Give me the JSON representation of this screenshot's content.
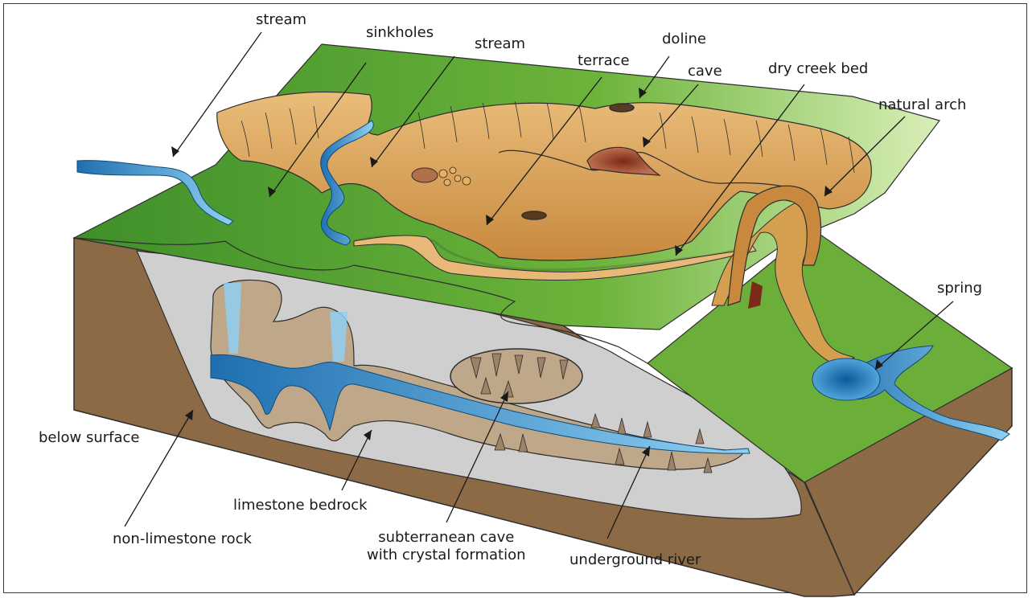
{
  "diagram": {
    "labels": {
      "stream_left": "stream",
      "sinkholes": "sinkholes",
      "stream_center": "stream",
      "terrace": "terrace",
      "doline": "doline",
      "cave": "cave",
      "dry_creek_bed": "dry creek bed",
      "natural_arch": "natural arch",
      "spring": "spring",
      "below_surface": "below surface",
      "limestone_bedrock": "limestone bedrock",
      "non_limestone_rock": "non-limestone rock",
      "subterranean_cave_line1": "subterranean cave",
      "subterranean_cave_line2": "with crystal formation",
      "underground_river": "underground river"
    },
    "colors": {
      "grass": "#5aa52f",
      "grass_light": "#8cc63f",
      "sandstone": "#d4a050",
      "sandstone_light": "#e8b878",
      "soil": "#8c6a45",
      "bedrock": "#c9c9c9",
      "cave_tan": "#bfa889",
      "water": "#2a7fc0",
      "water_light": "#7fc4ea"
    }
  }
}
